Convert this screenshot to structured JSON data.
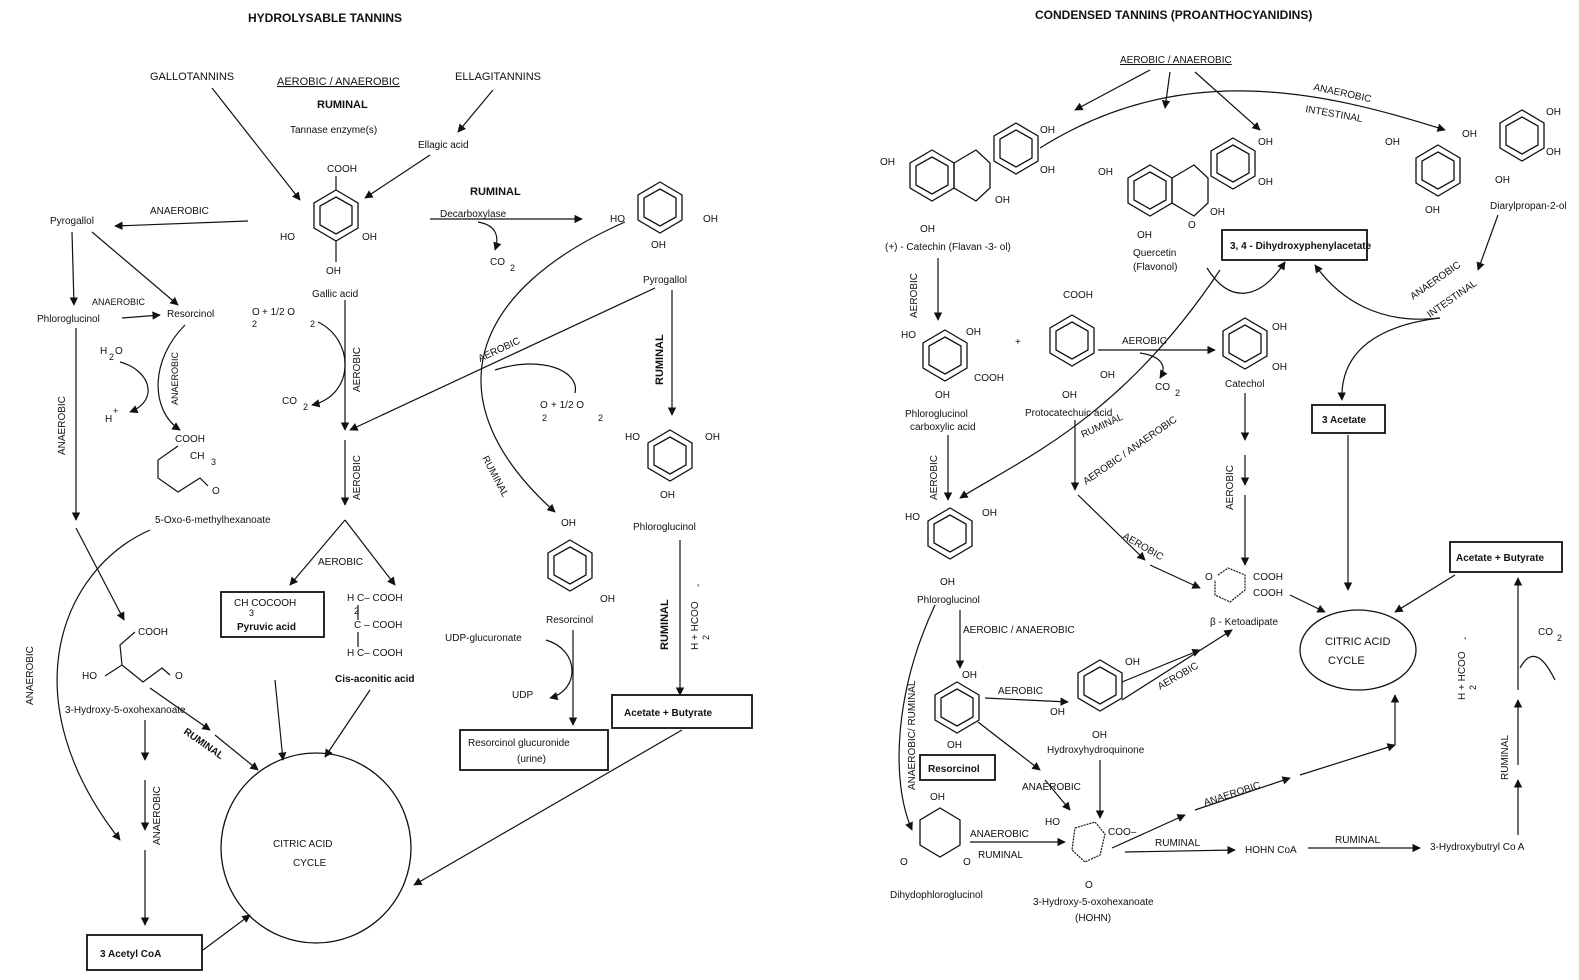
{
  "left": {
    "title": "HYDROLYSABLE TANNINS",
    "gallotannins": "GALLOTANNINS",
    "ellagitannins": "ELLAGITANNINS",
    "aerobic_anaerobic": "AEROBIC / ANAEROBIC",
    "ruminal_top": "RUMINAL",
    "tannase": "Tannase enzyme(s)",
    "ellagic_acid": "Ellagic acid",
    "cooh_gallic": "COOH",
    "ho_left": "HO",
    "oh_right": "OH",
    "oh_bottom": "OH",
    "gallic_acid": "Gallic acid",
    "pyrogallol_left": "Pyrogallol",
    "anaerobic_top": "ANAEROBIC",
    "phloroglucinol_left": "Phloroglucinol",
    "anaerobic_small": "ANAEROBIC",
    "resorcinol_left": "Resorcinol",
    "h2o": "H",
    "h2o_sub": "2",
    "h2o_o": "O",
    "hplus": "H",
    "plus": "+",
    "anaerobic_vert_small": "ANAEROBIC",
    "o2_1": "O",
    "o2_1_sub": "2",
    "o2_1_rest": "+ 1/2 O",
    "o2_1_sub2": "2",
    "co2_1": "CO",
    "co2_1_sub": "2",
    "aerobic_vert1": "AEROBIC",
    "aerobic_vert2": "AEROBIC",
    "ruminal_dc": "RUMINAL",
    "decarboxylase": "Decarboxylase",
    "co2_2": "CO",
    "co2_2_sub": "2",
    "pyrogallol_right": "Pyrogallol",
    "ho_pg": "HO",
    "oh_pg1": "OH",
    "oh_pg2": "OH",
    "aerobic_diag": "AEROBIC",
    "o2_2": "O",
    "o2_2_sub": "2",
    "o2_2_rest": "+ 1/2 O",
    "o2_2_sub2": "2",
    "ruminal_vert_right": "RUMINAL",
    "ho_phl": "HO",
    "oh_phl1": "OH",
    "oh_phl2": "OH",
    "phloroglucinol_right": "Phloroglucinol",
    "cooh_oxo": "COOH",
    "ch3": "CH",
    "ch3_sub": "3",
    "o_oxo": "O",
    "oxo_methyl": "5-Oxo-6-methylhexanoate",
    "anaerobic_vert_left": "ANAEROBIC",
    "aerobic_fork": "AEROBIC",
    "ch3cocooh": "CH COCOOH",
    "ch3cocooh_sub": "3",
    "pyruvic_acid": "Pyruvic acid",
    "hc_cooh1": "H C– COOH",
    "c_2": "2",
    "c_cooh": "C – COOH",
    "hc_cooh2": "H C– COOH",
    "cis_aconitic": "Cis-aconitic acid",
    "ruminal_diag": "RUMINAL",
    "oh_res": "OH",
    "oh_res2": "OH",
    "resorcinol_mid": "Resorcinol",
    "udp_glucuronate": "UDP-glucuronate",
    "udp": "UDP",
    "resorcinol_glucuronide": "Resorcinol glucuronide",
    "urine": "(urine)",
    "ruminal_vert_r2": "RUMINAL",
    "h2_hcoo": "H + HCOO",
    "h2_sub": "2",
    "minus": "-",
    "acetate_butyrate_left": "Acetate + Butyrate",
    "cooh_hydroxy": "COOH",
    "ho_hydroxy": "HO",
    "o_hydroxy": "O",
    "hydroxy_oxo": "3-Hydroxy-5-oxohexanoate",
    "ruminal_diag2": "RUMINAL",
    "anaerobic_vert_l2": "ANAEROBIC",
    "anaerobic_vert_l3": "ANAEROBIC",
    "citric_left_1": "CITRIC  ACID",
    "citric_left_2": "CYCLE",
    "acetyl_coa": "3 Acetyl CoA"
  },
  "right": {
    "title": "CONDENSED TANNINS (PROANTHOCYANIDINS)",
    "aerobic_anaerobic": "AEROBIC / ANAEROBIC",
    "anaerobic_top": "ANAEROBIC",
    "intestinal_top": "INTESTINAL",
    "oh_c1": "OH",
    "oh_c2": "OH",
    "oh_c3": "OH",
    "oh_c4": "OH",
    "oh_c5": "OH",
    "catechin": "(+) - Catechin (Flavan -3- ol)",
    "oh_q1": "OH",
    "oh_q2": "OH",
    "oh_q3": "OH",
    "oh_q4": "OH",
    "oh_q5": "OH",
    "o_q": "O",
    "quercetin": "Quercetin",
    "flavonol": "(Flavonol)",
    "oh_d1": "OH",
    "oh_d2": "OH",
    "oh_d3": "OH",
    "oh_d4": "OH",
    "oh_d5": "OH",
    "diarylpropan": "Diarylpropan-2-ol",
    "dihydroxyphenylacetate": "3, 4 - Dihydroxyphenylacetate",
    "anaerobic_int": "ANAEROBIC",
    "intestinal_int": "INTESTINAL",
    "aerobic_vert1": "AEROBIC",
    "ho_pcc": "HO",
    "oh_pcc1": "OH",
    "cooh_pcc": "COOH",
    "oh_pcc2": "OH",
    "phloroglucinol_cooh_1": "Phloroglucinol",
    "phloroglucinol_cooh_2": "carboxylic acid",
    "plus": "+",
    "cooh_proto": "COOH",
    "oh_proto1": "OH",
    "oh_proto2": "OH",
    "protocatechuic": "Protocatechuic acid",
    "aerobic_proto": "AEROBIC",
    "co2": "CO",
    "co2_sub": "2",
    "oh_cat1": "OH",
    "oh_cat2": "OH",
    "catechol": "Catechol",
    "acetate3": "3 Acetate",
    "ruminal_diag": "RUMINAL",
    "aerobic_anaerobic_diag": "AEROBIC / ANAEROBIC",
    "aerobic_vert2": "AEROBIC",
    "aerobic_vert3": "AEROBIC",
    "ho_phl": "HO",
    "oh_phl1": "OH",
    "oh_phl2": "OH",
    "phloroglucinol": "Phloroglucinol",
    "aerobic_keto": "AEROBIC",
    "o_keto": "O",
    "cooh_keto1": "COOH",
    "cooh_keto2": "COOH",
    "ketoadipate": "β - Ketoadipate",
    "acetate_butyrate": "Acetate + Butyrate",
    "citric_1": "CITRIC ACID",
    "citric_2": "CYCLE",
    "h2_hcoo": "H + HCOO",
    "h2_sub": "2",
    "minus": "-",
    "co2_r": "CO",
    "co2_r_sub": "2",
    "aerobic_anaerobic_2": "AEROBIC / ANAEROBIC",
    "anaerobic_ruminal_vert": "ANAEROBIC/ RUMINAL",
    "oh_res1": "OH",
    "oh_res2": "OH",
    "resorcinol": "Resorcinol",
    "aerobic_res": "AEROBIC",
    "oh_hq1": "OH",
    "oh_hq2": "OH",
    "oh_hq3": "OH",
    "hydroxyhydroquinone": "Hydroxyhydroquinone",
    "aerobic_hq": "AEROBIC",
    "anaerobic_hq": "ANAEROBIC",
    "anaerobic_diag2": "ANAEROBIC",
    "oh_dhp": "OH",
    "o_dhp1": "O",
    "o_dhp2": "O",
    "dihydrophloroglucinol": "Dihydophloroglucinol",
    "anaerobic_hohn": "ANAEROBIC",
    "ruminal_hohn": "RUMINAL",
    "ho_hohn": "HO",
    "coo_hohn": "COO–",
    "o_hohn": "O",
    "hohn_name_1": "3-Hydroxy-5-oxohexanoate",
    "hohn_name_2": "(HOHN)",
    "ruminal_1": "RUMINAL",
    "hohn_coa": "HOHN CoA",
    "ruminal_2": "RUMINAL",
    "hydroxybutryl": "3-Hydroxybutryl Co A",
    "ruminal_vert": "RUMINAL"
  }
}
